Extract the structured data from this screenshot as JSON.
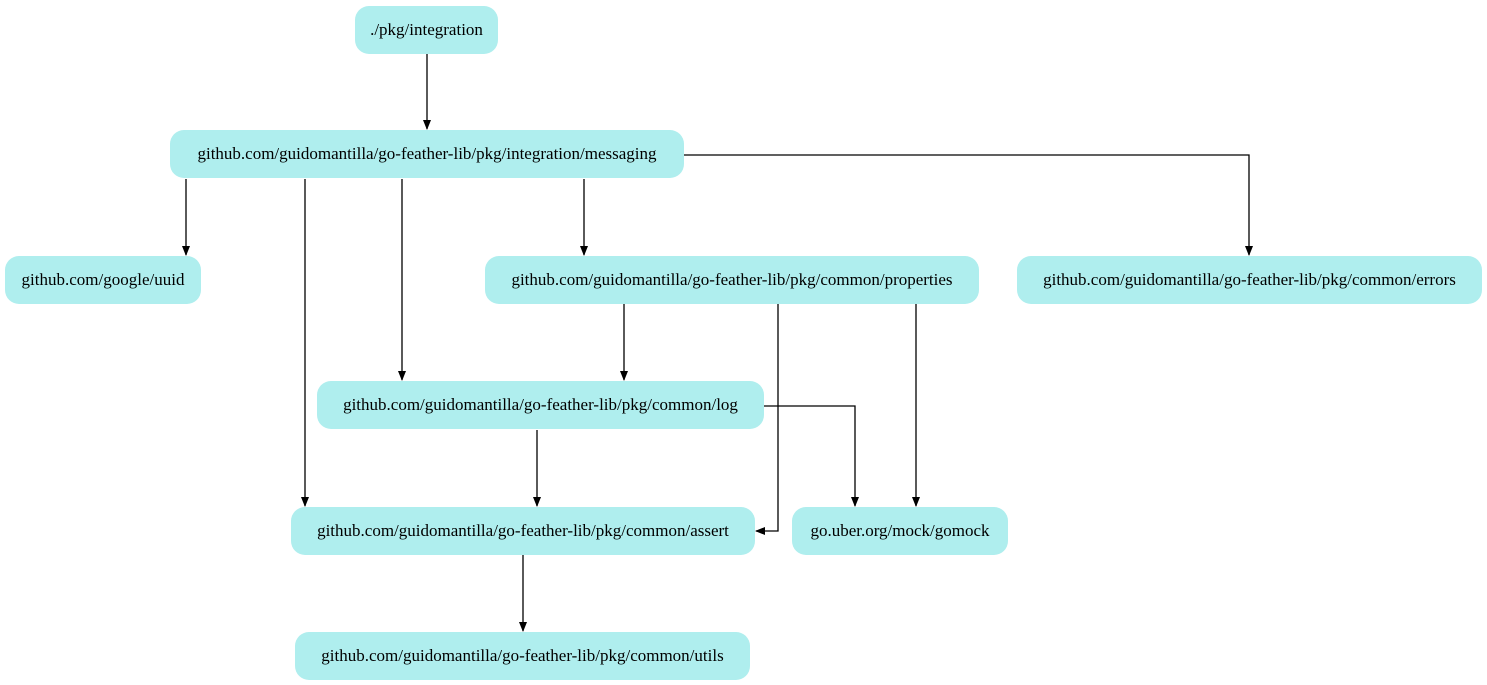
{
  "graph": {
    "node_color": "#afeeee",
    "edge_color": "#000000",
    "nodes": {
      "integration": "./pkg/integration",
      "messaging": "github.com/guidomantilla/go-feather-lib/pkg/integration/messaging",
      "uuid": "github.com/google/uuid",
      "properties": "github.com/guidomantilla/go-feather-lib/pkg/common/properties",
      "errors": "github.com/guidomantilla/go-feather-lib/pkg/common/errors",
      "log": "github.com/guidomantilla/go-feather-lib/pkg/common/log",
      "assert": "github.com/guidomantilla/go-feather-lib/pkg/common/assert",
      "gomock": "go.uber.org/mock/gomock",
      "utils": "github.com/guidomantilla/go-feather-lib/pkg/common/utils"
    },
    "edges": [
      {
        "from": "./pkg/integration",
        "to": "github.com/guidomantilla/go-feather-lib/pkg/integration/messaging"
      },
      {
        "from": "github.com/guidomantilla/go-feather-lib/pkg/integration/messaging",
        "to": "github.com/google/uuid"
      },
      {
        "from": "github.com/guidomantilla/go-feather-lib/pkg/integration/messaging",
        "to": "github.com/guidomantilla/go-feather-lib/pkg/common/assert"
      },
      {
        "from": "github.com/guidomantilla/go-feather-lib/pkg/integration/messaging",
        "to": "github.com/guidomantilla/go-feather-lib/pkg/common/log"
      },
      {
        "from": "github.com/guidomantilla/go-feather-lib/pkg/integration/messaging",
        "to": "github.com/guidomantilla/go-feather-lib/pkg/common/properties"
      },
      {
        "from": "github.com/guidomantilla/go-feather-lib/pkg/integration/messaging",
        "to": "github.com/guidomantilla/go-feather-lib/pkg/common/errors"
      },
      {
        "from": "github.com/guidomantilla/go-feather-lib/pkg/common/properties",
        "to": "github.com/guidomantilla/go-feather-lib/pkg/common/log"
      },
      {
        "from": "github.com/guidomantilla/go-feather-lib/pkg/common/properties",
        "to": "github.com/guidomantilla/go-feather-lib/pkg/common/assert"
      },
      {
        "from": "github.com/guidomantilla/go-feather-lib/pkg/common/properties",
        "to": "go.uber.org/mock/gomock"
      },
      {
        "from": "github.com/guidomantilla/go-feather-lib/pkg/common/log",
        "to": "github.com/guidomantilla/go-feather-lib/pkg/common/assert"
      },
      {
        "from": "github.com/guidomantilla/go-feather-lib/pkg/common/log",
        "to": "go.uber.org/mock/gomock"
      },
      {
        "from": "github.com/guidomantilla/go-feather-lib/pkg/common/assert",
        "to": "github.com/guidomantilla/go-feather-lib/pkg/common/utils"
      }
    ]
  }
}
